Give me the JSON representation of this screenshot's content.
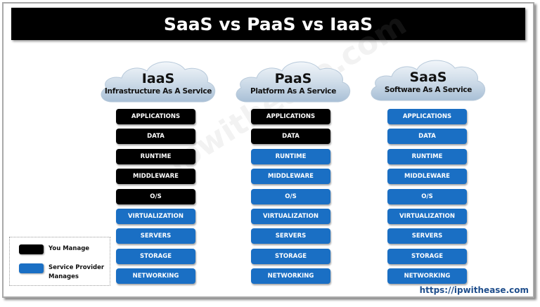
{
  "title": "SaaS vs PaaS vs IaaS",
  "colors": {
    "you_manage": "#000000",
    "provider_manages": "#1a6fc4",
    "title_bar": "#000000",
    "url_text": "#1f4e8c"
  },
  "models": [
    {
      "name": "IaaS",
      "subtitle": "Infrastructure As A Service",
      "layers": [
        {
          "label": "APPLICATIONS",
          "managed_by": "you"
        },
        {
          "label": "DATA",
          "managed_by": "you"
        },
        {
          "label": "RUNTIME",
          "managed_by": "you"
        },
        {
          "label": "MIDDLEWARE",
          "managed_by": "you"
        },
        {
          "label": "O/S",
          "managed_by": "you"
        },
        {
          "label": "VIRTUALIZATION",
          "managed_by": "provider"
        },
        {
          "label": "SERVERS",
          "managed_by": "provider"
        },
        {
          "label": "STORAGE",
          "managed_by": "provider"
        },
        {
          "label": "NETWORKING",
          "managed_by": "provider"
        }
      ]
    },
    {
      "name": "PaaS",
      "subtitle": "Platform As A Service",
      "layers": [
        {
          "label": "APPLICATIONS",
          "managed_by": "you"
        },
        {
          "label": "DATA",
          "managed_by": "you"
        },
        {
          "label": "RUNTIME",
          "managed_by": "provider"
        },
        {
          "label": "MIDDLEWARE",
          "managed_by": "provider"
        },
        {
          "label": "O/S",
          "managed_by": "provider"
        },
        {
          "label": "VIRTUALIZATION",
          "managed_by": "provider"
        },
        {
          "label": "SERVERS",
          "managed_by": "provider"
        },
        {
          "label": "STORAGE",
          "managed_by": "provider"
        },
        {
          "label": "NETWORKING",
          "managed_by": "provider"
        }
      ]
    },
    {
      "name": "SaaS",
      "subtitle": "Software As A Service",
      "layers": [
        {
          "label": "APPLICATIONS",
          "managed_by": "provider"
        },
        {
          "label": "DATA",
          "managed_by": "provider"
        },
        {
          "label": "RUNTIME",
          "managed_by": "provider"
        },
        {
          "label": "MIDDLEWARE",
          "managed_by": "provider"
        },
        {
          "label": "O/S",
          "managed_by": "provider"
        },
        {
          "label": "VIRTUALIZATION",
          "managed_by": "provider"
        },
        {
          "label": "SERVERS",
          "managed_by": "provider"
        },
        {
          "label": "STORAGE",
          "managed_by": "provider"
        },
        {
          "label": "NETWORKING",
          "managed_by": "provider"
        }
      ]
    }
  ],
  "legend": {
    "items": [
      {
        "label": "You Manage",
        "color": "#000000"
      },
      {
        "label": "Service Provider Manages",
        "color": "#1a6fc4"
      }
    ]
  },
  "watermark": "ipwithease.com",
  "url": "https://ipwithease.com"
}
